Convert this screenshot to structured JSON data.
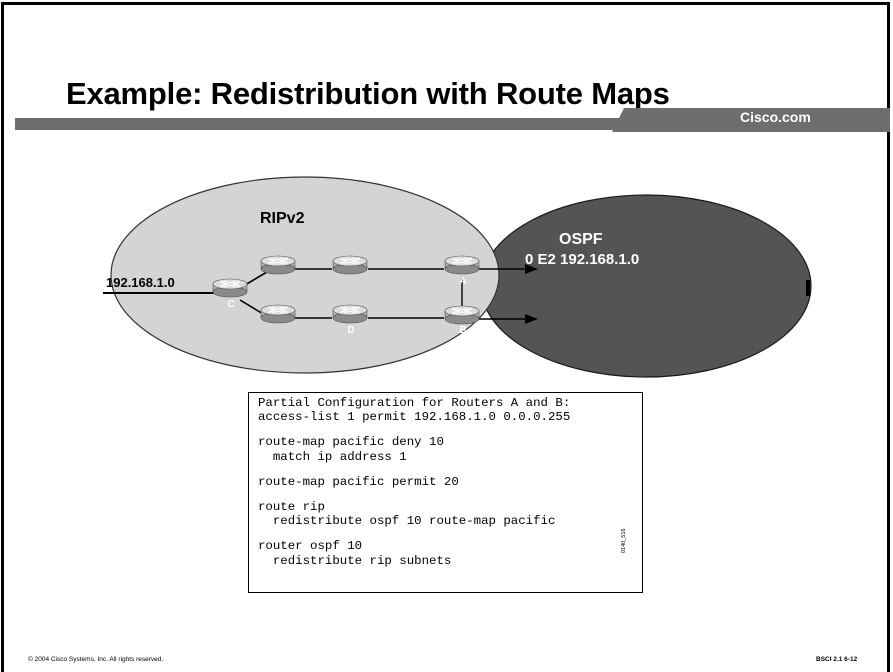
{
  "slide": {
    "title": "Example: Redistribution with Route Maps",
    "brand": "Cisco.com",
    "footer_left": "© 2004 Cisco Systems, Inc. All rights reserved.",
    "footer_right": "BSCI 2.1    6-12",
    "figure_id": "0140_516"
  },
  "diagram": {
    "rip_domain_label": "RIPv2",
    "ospf_domain_label": "OSPF",
    "ospf_route": "0 E2 192.168.1.0",
    "network_label": "192.168.1.0",
    "routers": {
      "c": "C",
      "a": "A",
      "b": "B",
      "d": "D"
    }
  },
  "config": {
    "lines": [
      "Partial Configuration for Routers A and B:",
      "access-list 1 permit 192.168.1.0 0.0.0.255",
      "",
      "route-map pacific deny 10",
      "  match ip address 1",
      "",
      "route-map pacific permit 20",
      "",
      "route rip",
      "  redistribute ospf 10 route-map pacific",
      "",
      "router ospf 10",
      "  redistribute rip subnets"
    ]
  },
  "colors": {
    "rip_fill": "#d4d4d4",
    "ospf_fill": "#545454",
    "router_fill": "#b3b3b3",
    "band": "#6e6e6e"
  }
}
